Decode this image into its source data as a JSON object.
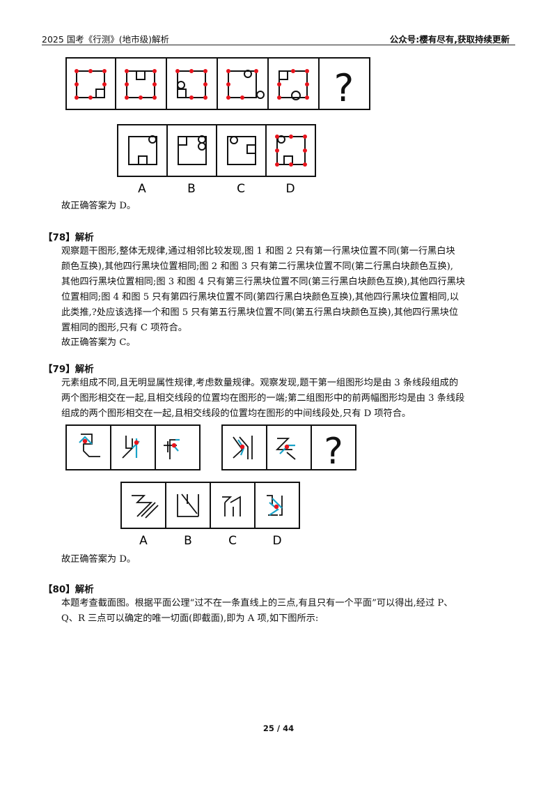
{
  "header": {
    "left": "2025 国考《行测》(地市级)解析",
    "right_prefix": "公众号:",
    "right_name": "樱有尽有",
    "right_suffix": ",获取持续更新"
  },
  "q77": {
    "answer": "故正确答案为 D。",
    "option_labels": [
      "A",
      "B",
      "C",
      "D"
    ],
    "question_mark": "?"
  },
  "q78": {
    "heading": "【78】解析",
    "lines": [
      "观察题干图形,整体无规律,通过相邻比较发现,图 1 和图 2 只有第一行黑块位置不同(第一行黑白块",
      "颜色互换),其他四行黑块位置相同;图 2 和图 3 只有第二行黑块位置不同(第二行黑白块颜色互换),",
      "其他四行黑块位置相同;图 3 和图 4 只有第三行黑块位置不同(第三行黑白块颜色互换),其他四行黑块",
      "位置相同;图 4 和图 5 只有第四行黑块位置不同(第四行黑白块颜色互换),其他四行黑块位置相同,以",
      "此类推,?处应该选择一个和图 5 只有第五行黑块位置不同(第五行黑白块颜色互换),其他四行黑块位",
      "置相同的图形,只有 C 项符合。",
      "故正确答案为 C。"
    ]
  },
  "q79": {
    "heading": "【79】解析",
    "lines": [
      "元素组成不同,且无明显属性规律,考虑数量规律。观察发现,题干第一组图形均是由 3 条线段组成的",
      "两个图形相交在一起,且相交线段的位置均在图形的一端;第二组图形中的前两幅图形均是由 3 条线段",
      "组成的两个图形相交在一起,且相交线段的位置均在图形的中间线段处,只有 D 项符合。"
    ],
    "answer": "故正确答案为 D。",
    "option_labels": [
      "A",
      "B",
      "C",
      "D"
    ],
    "question_mark": "?"
  },
  "q80": {
    "heading": "【80】解析",
    "lines": [
      "本题考查截面图。根据平面公理“过不在一条直线上的三点,有且只有一个平面”可以得出,经过 P、",
      "Q、R 三点可以确定的唯一切面(即截面),即为 A 项,如下图所示:"
    ]
  },
  "footer": {
    "page": "25 / 44"
  },
  "colors": {
    "dot": "#e8141c",
    "cyan": "#1aa3c9",
    "ink": "#111111"
  }
}
